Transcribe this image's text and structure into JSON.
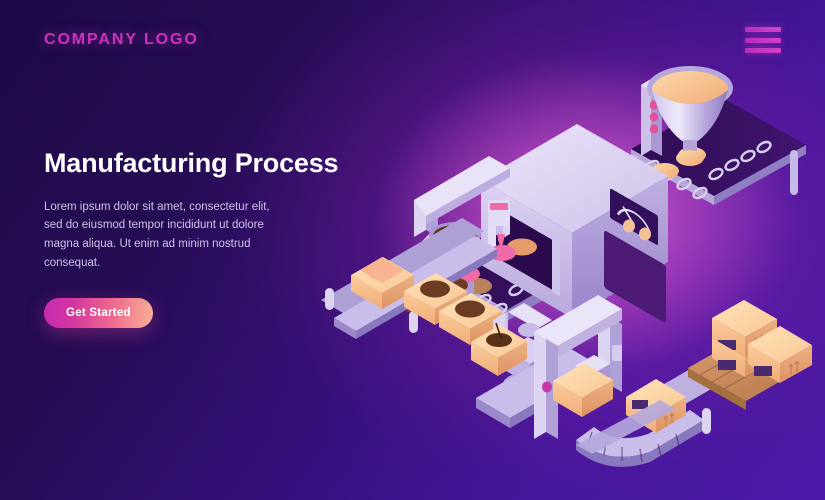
{
  "page": {
    "background_top_left": "#1d0a47",
    "background_bottom_right": "#4d1aa8",
    "glow_color": "#c43cbe"
  },
  "header": {
    "logo_text": "COMPANY LOGO",
    "logo_color": "#cc33bb",
    "menu_icon": "hamburger-menu-icon",
    "menu_bar_color": "#c83bc4"
  },
  "hero": {
    "title": "Manufacturing Process",
    "title_color": "#ffffff",
    "paragraph": "Lorem ipsum dolor sit amet, consectetur elit, sed do eiusmod tempor incididunt ut dolore magna aliqua. Ut enim ad minim nostrud consequat.",
    "paragraph_color": "#cfc2e8",
    "cta_label": "Get Started",
    "cta_gradient_from": "#c42bb0",
    "cta_gradient_to": "#f7b295"
  },
  "illustration": {
    "name": "isometric-manufacturing-line",
    "description": "Isometric factory assembly line producing and packaging cookies",
    "palette": {
      "machine_light": "#ded6f2",
      "machine_mid": "#c3b6e4",
      "machine_shadow": "#9f8fcf",
      "belt_dark": "#3a1060",
      "belt_top": "#c7bbe2",
      "dough": "#f6c59a",
      "chocolate": "#6b3b22",
      "icing_pink": "#f06aa8",
      "box_light": "#fbd5a8",
      "box_mid": "#f3b98a",
      "box_dark": "#e09b6e",
      "pallet": "#c98b63",
      "button_pink": "#e5509a"
    },
    "stations": [
      {
        "name": "dough-hopper-station",
        "label": "Dough hopper"
      },
      {
        "name": "baking-oven-station",
        "label": "Baking oven"
      },
      {
        "name": "icing-dispenser-station",
        "label": "Icing dispenser"
      },
      {
        "name": "chocolate-pouring-robot",
        "label": "Chocolate pouring robot arm"
      },
      {
        "name": "boxing-conveyor-station",
        "label": "Boxing conveyor"
      },
      {
        "name": "packing-robot-arm",
        "label": "Packing robot arm"
      },
      {
        "name": "pallet-stacking-station",
        "label": "Pallet stacking"
      }
    ]
  }
}
